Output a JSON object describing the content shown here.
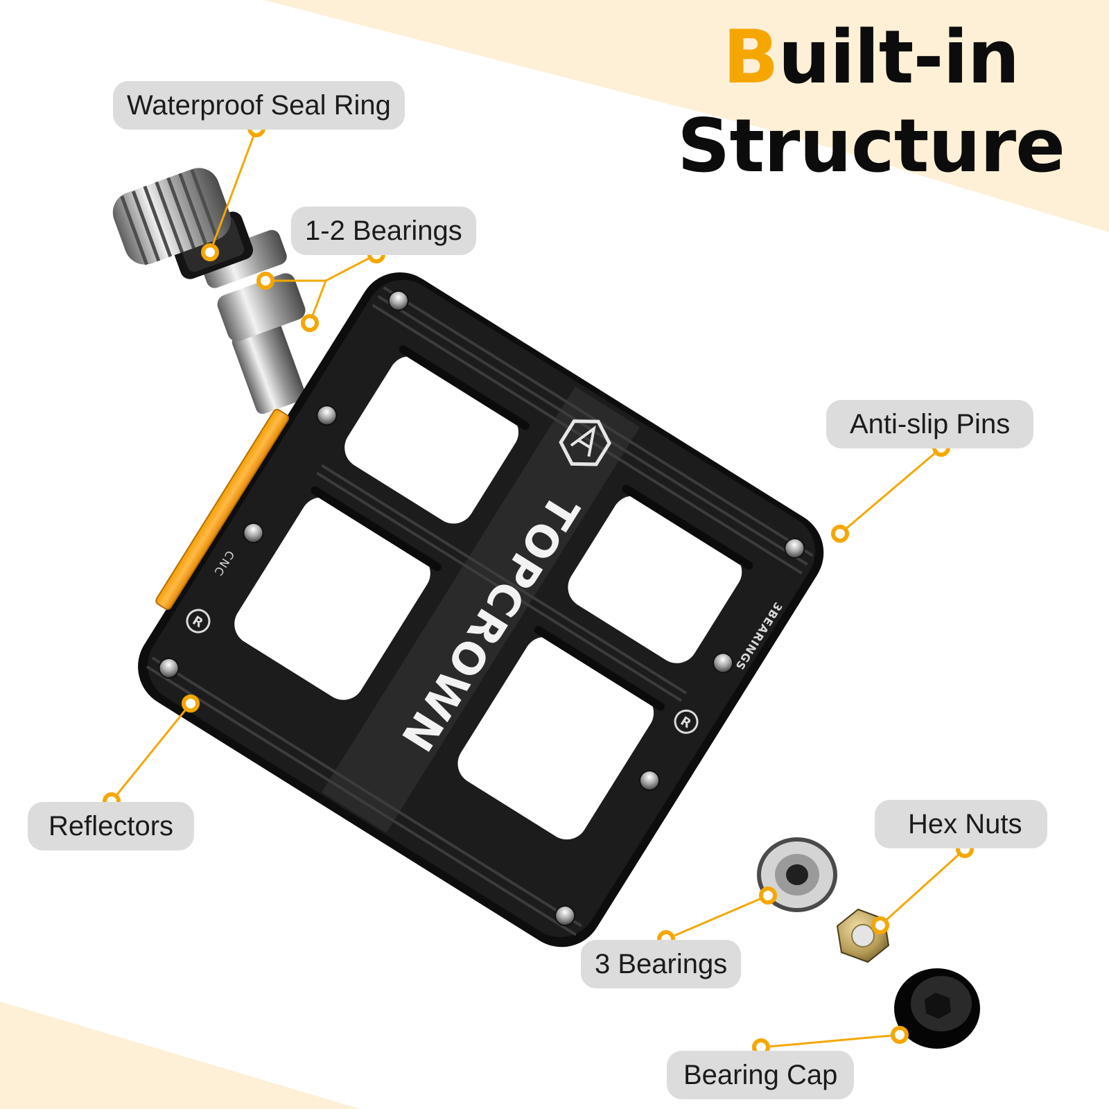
{
  "heading": {
    "accent_letter": "B",
    "line1_rest": "uilt-in",
    "line2": "Structure"
  },
  "callouts": {
    "seal_ring": "Waterproof Seal Ring",
    "axle_bearings": "1-2 Bearings",
    "anti_slip_pins": "Anti-slip Pins",
    "reflectors": "Reflectors",
    "hex_nuts": "Hex Nuts",
    "three_bearings": "3 Bearings",
    "bearing_cap": "Bearing Cap"
  },
  "product": {
    "brand": "TOPCROWN",
    "spindle_text": "3BEARINGS",
    "frame_text": "CNC",
    "badge_letter": "R"
  },
  "colors": {
    "accent": "#f5a700",
    "band": "#fdf0d6",
    "label_bg": "#dcdcdc",
    "pedal": "#171717",
    "reflector": "#f29a1c"
  },
  "icons": [
    "pedal-illustration",
    "sealed-bearing-icon",
    "hex-nut-icon",
    "bearing-cap-icon",
    "brand-logo-icon",
    "reflector-badge-icon"
  ]
}
